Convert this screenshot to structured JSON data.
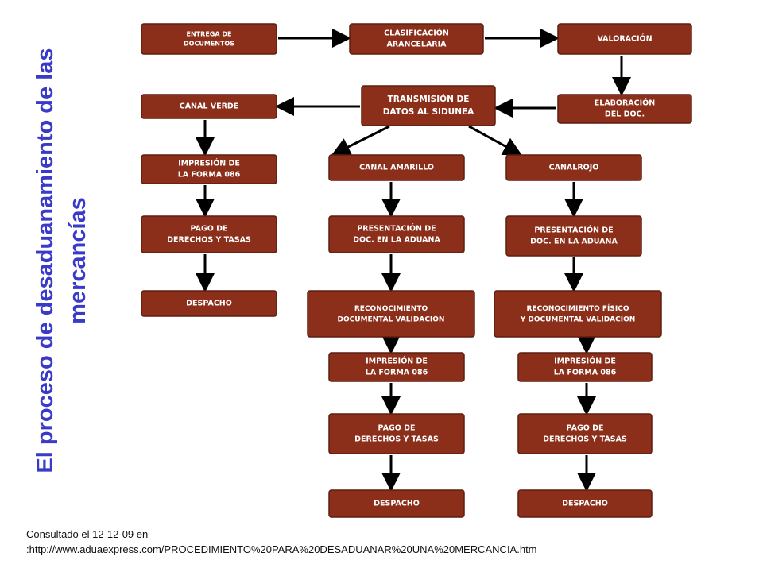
{
  "title": "El proceso de desaduanamiento de las mercancías",
  "colors": {
    "box_fill": "#8b2f1b",
    "box_stroke": "#5c1e10",
    "arrow": "#000000",
    "title": "#3a3ac9"
  },
  "boxes": {
    "entrega": "ENTREGA DE DOCUMENTOS",
    "clasificacion": "CLASIFICACIÓN ARANCELARIA",
    "valoracion": "VALORACIÓN",
    "elaboracion": "ELABORACIÓN DEL DOC.",
    "transmision": "TRANSMISIÓN DE DATOS AL SIDUNEA",
    "canal_verde": "CANAL VERDE",
    "impresion_1": "IMPRESIÓN DE LA FORMA 086",
    "pago_1": "PAGO DE DERECHOS Y TASAS",
    "despacho_1": "DESPACHO",
    "canal_amarillo": "CANAL AMARILLO",
    "presentacion_2": "PRESENTACIÓN DE DOC. EN LA ADUANA",
    "reconocimiento_2": "RECONOCIMIENTO DOCUMENTAL VALIDACIÓN",
    "impresion_2": "IMPRESIÓN DE LA FORMA 086",
    "pago_2": "PAGO DE DERECHOS Y TASAS",
    "despacho_2": "DESPACHO",
    "canal_rojo": "CANALROJO",
    "presentacion_3": "PRESENTACIÓN DE DOC. EN LA ADUANA",
    "reconocimiento_3": "RECONOCIMIENTO FÍSICO Y DOCUMENTAL VALIDACIÓN",
    "impresion_3": "IMPRESIÓN DE LA FORMA 086",
    "pago_3": "PAGO DE DERECHOS Y TASAS",
    "despacho_3": "DESPACHO"
  },
  "source": {
    "line1": "Consultado el 12-12-09 en",
    "line2": ":http://www.aduaexpress.com/PROCEDIMIENTO%20PARA%20DESADUANAR%20UNA%20MERCANCIA.htm"
  }
}
